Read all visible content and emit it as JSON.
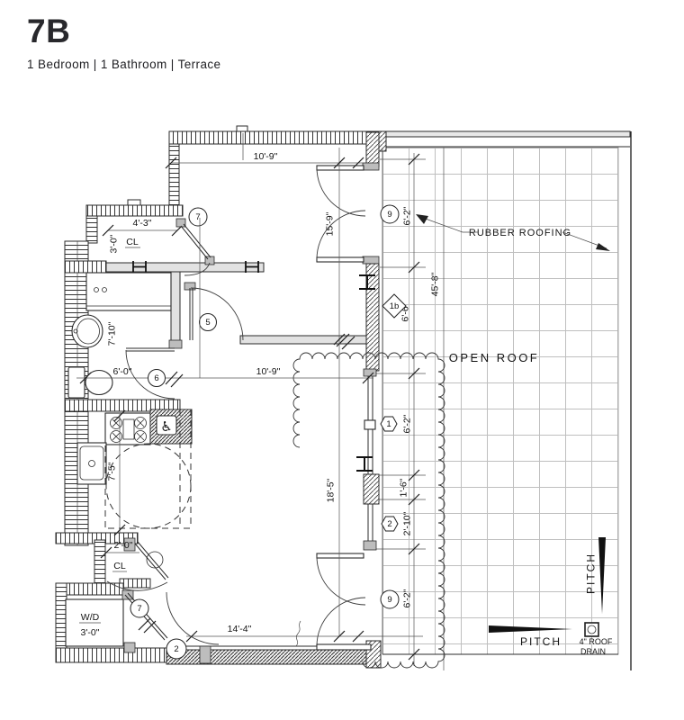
{
  "header": {
    "unit": "7B",
    "subtitle": "1 Bedroom | 1 Bathroom | Terrace"
  },
  "plan": {
    "roof": {
      "open_roof": "OPEN ROOF",
      "rubber_roofing": "RUBBER ROOFING",
      "pitch_horizontal": "PITCH",
      "pitch_vertical": "PITCH",
      "drain_line1": "4\" ROOF",
      "drain_line2": "DRAIN"
    },
    "rooms": {
      "closet_upper": "CL",
      "closet_lower": "CL",
      "washer_dryer": "W/D"
    },
    "dims": {
      "bedroom_width": "10'-9\"",
      "bedroom_depth": "15'-9\"",
      "closet_upper_width": "4'-3\"",
      "closet_upper_depth": "3'-0\"",
      "bath_depth": "7'-10\"",
      "bath_width": "6'-0\"",
      "living_width": "10'-9\"",
      "living_depth": "18'-5\"",
      "kitchen_depth": "7'-5\"",
      "closet_lower_width": "2'-0\"",
      "wd_width": "3'-0\"",
      "entry_width": "14'-4\"",
      "terrace_depth": "45'-8\"",
      "terrace_seg_1": "6'-2\"",
      "terrace_seg_2": "6'-6\"",
      "terrace_seg_3": "6'-2\"",
      "terrace_seg_4": "1'-6\"",
      "terrace_seg_5": "2'-10\"",
      "terrace_seg_6": "6'-2\""
    },
    "markers": {
      "door_7_upper": "7",
      "door_5": "5",
      "door_6": "6",
      "door_7_lower": "7",
      "door_2": "2",
      "window_9_upper": "9",
      "window_9_lower": "9",
      "hex_1": "1",
      "hex_2": "2",
      "diamond_1b": "1b"
    },
    "symbols": {
      "accessible": "♿"
    }
  }
}
